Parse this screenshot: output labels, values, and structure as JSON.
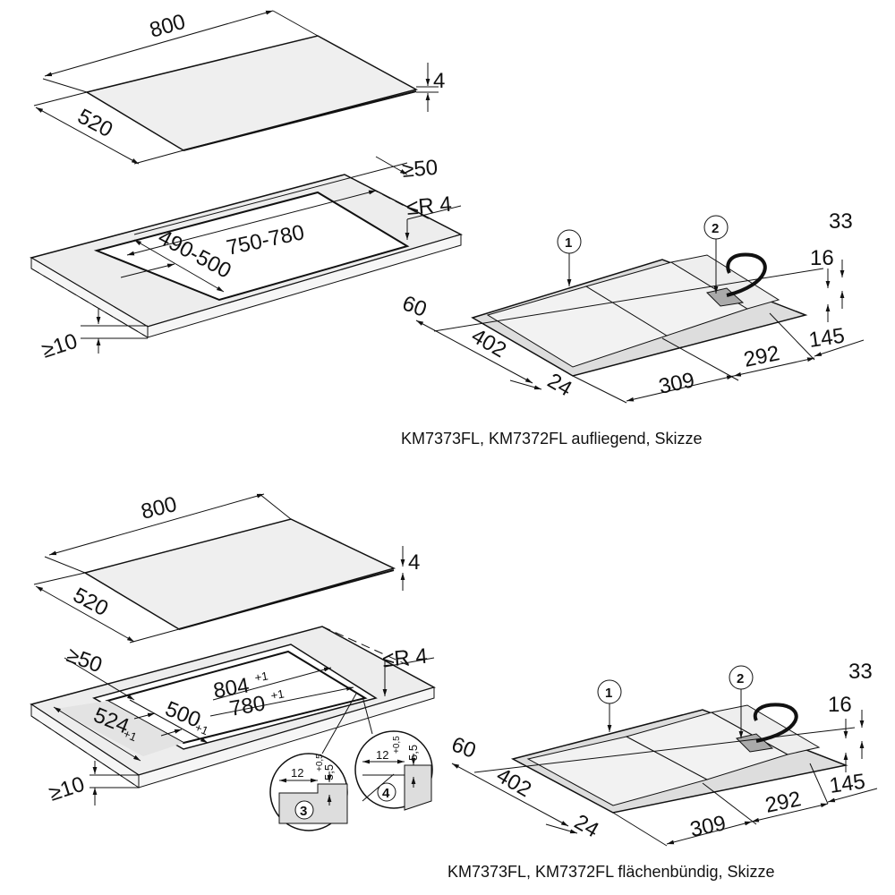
{
  "surface_mount": {
    "hob": {
      "width": "800",
      "depth": "520",
      "thickness": "4"
    },
    "cutout": {
      "min_edge": "≥50",
      "radius": "≤R 4",
      "width": "750-780",
      "depth": "490-500",
      "min_worktop": "≥10"
    },
    "sketch": {
      "callout_1": "1",
      "callout_2": "2",
      "d60": "60",
      "d402": "402",
      "d24": "24",
      "d309": "309",
      "d292": "292",
      "d145": "145",
      "d16": "16",
      "d33": "33"
    },
    "caption": "KM7373FL, KM7372FL aufliegend, Skizze"
  },
  "flush_mount": {
    "hob": {
      "width": "800",
      "depth": "520",
      "thickness": "4"
    },
    "cutout": {
      "min_edge": "≥50",
      "radius": "≤R 4",
      "outer_width": "804",
      "outer_tol": "+1",
      "inner_width": "780",
      "inner_tol": "+1",
      "depth": "500",
      "depth_tol": "+1",
      "outer_depth": "524",
      "outer_depth_tol": "+1",
      "min_worktop": "≥10"
    },
    "detail_3": {
      "label": "3",
      "width": "12",
      "height": "5,5",
      "tol": "+0,5"
    },
    "detail_4": {
      "label": "4",
      "width": "12",
      "height": "5,5",
      "tol": "+0,5"
    },
    "sketch": {
      "callout_1": "1",
      "callout_2": "2",
      "d60": "60",
      "d402": "402",
      "d24": "24",
      "d309": "309",
      "d292": "292",
      "d145": "145",
      "d16": "16",
      "d33": "33"
    },
    "caption": "KM7373FL, KM7372FL flächenbündig, Skizze"
  }
}
